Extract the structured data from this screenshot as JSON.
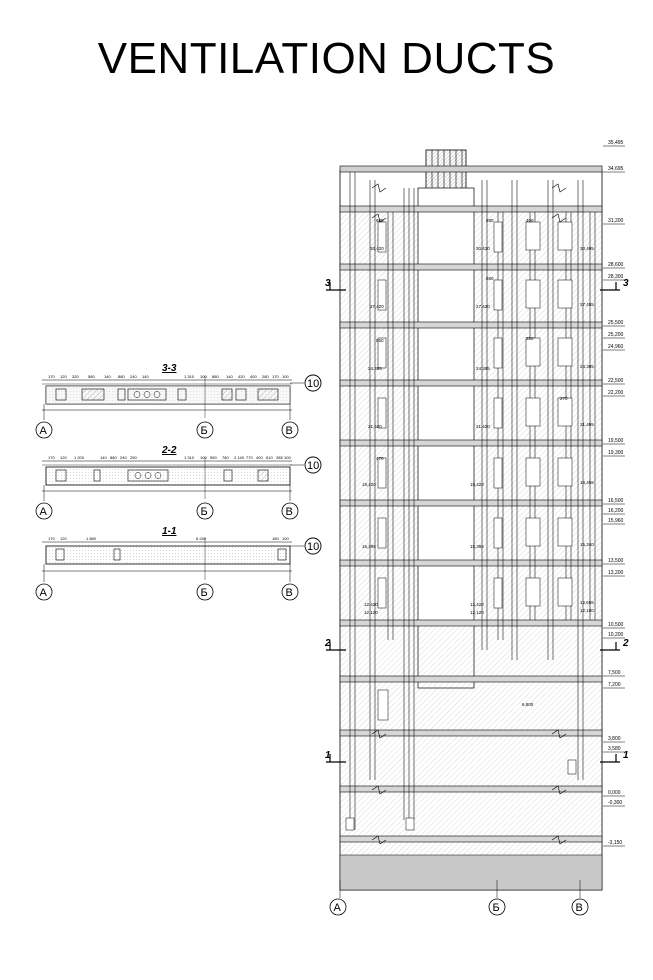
{
  "title": "VENTILATION DUCTS",
  "axes": [
    "А",
    "Б",
    "В"
  ],
  "sections": [
    {
      "label": "3-3",
      "ref": "10",
      "dims": [
        "170",
        "120",
        "320",
        "580",
        "140",
        "880",
        "240",
        "140",
        "1 310",
        "100",
        "880",
        "140",
        "420",
        "400",
        "280",
        "170",
        "100"
      ]
    },
    {
      "label": "2-2",
      "ref": "10",
      "dims": [
        "170",
        "120",
        "1 200",
        "140",
        "880",
        "240",
        "250",
        "1 310",
        "100",
        "550",
        "780",
        "2 140",
        "770",
        "400",
        "610",
        "285",
        "100"
      ]
    },
    {
      "label": "1-1",
      "ref": "10",
      "dims": [
        "170",
        "120",
        "1 880",
        "6 240",
        "180",
        "100"
      ]
    }
  ],
  "cut_marks": [
    "3",
    "3",
    "2",
    "2",
    "1",
    "1"
  ],
  "elevations_right": [
    "35,495",
    "34,695",
    "31,200",
    "28,600",
    "28,300",
    "25,500",
    "25,200",
    "24,960",
    "22,500",
    "22,200",
    "19,500",
    "19,300",
    "16,500",
    "16,200",
    "15,960",
    "13,500",
    "13,200",
    "10,500",
    "10,200",
    "7,500",
    "7,200",
    "3,800",
    "3,580",
    "0,000",
    "-0,300",
    "-3,150"
  ],
  "elevations_inner_left": [
    "30,420",
    "27,420",
    "24,395",
    "21,620",
    "18,420",
    "15,395",
    "12,420",
    "12,120"
  ],
  "elevations_inner_mid": [
    "30,420",
    "27,420",
    "24,395",
    "21,420",
    "18,420",
    "15,395",
    "12,420",
    "12,120"
  ],
  "elevations_inner_right": [
    "30,495",
    "27,455",
    "24,395",
    "21,495",
    "18,455",
    "15,340",
    "12,655",
    "12,150"
  ],
  "elevation_misc": "6,800",
  "dim_small": [
    "680",
    "880",
    "400",
    "550",
    "470",
    "350",
    "270",
    "580"
  ],
  "colors": {
    "line": "#000000",
    "hatch": "#9a9a9a",
    "band": "#d8d8d8"
  }
}
